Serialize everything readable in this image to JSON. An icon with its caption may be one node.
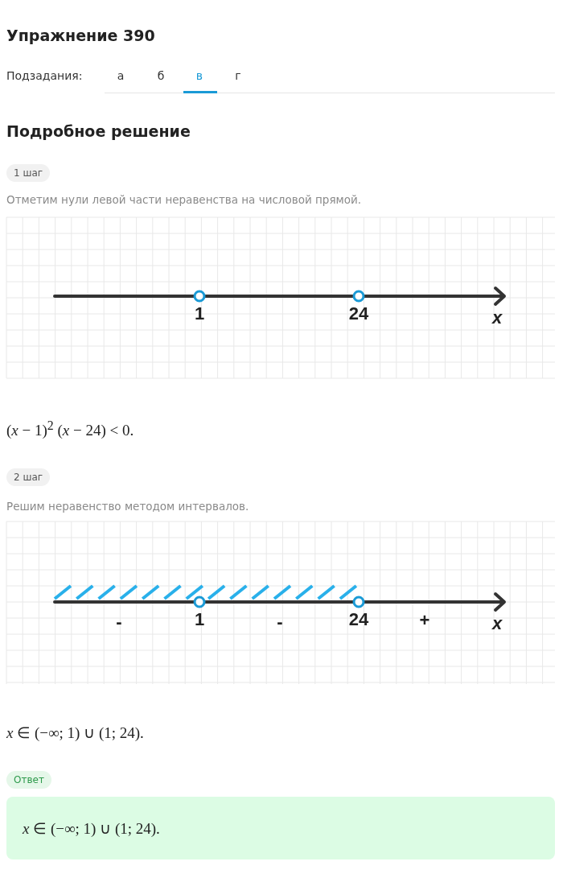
{
  "diagram": {
    "title": "Упражнение 390",
    "nodes": [
      {
        "text": [
          "1 шаг"
        ]
      },
      {
        "text": [
          "2 шаг"
        ]
      },
      {
        "text": [
          "Ответ"
        ]
      },
      {
        "text": [
          "*x* ∈ (−∞;  1) ∪ (1;  24)."
        ]
      }
    ],
    "labels": [
      "Подзадания:",
      "а",
      "б",
      "в",
      "г",
      "Подробное решение",
      "Отметим нули левой части неравенства на числовой прямой.",
      "1",
      "24",
      "x",
      "(*x* − 1)$^{2}$ (*x* − 24)  <  0.",
      "Решим неравенство методом интервалов.",
      "-",
      "1",
      "-",
      "24",
      "+",
      "x",
      "*x* ∈ (−∞;  1) ∪ (1;  24)."
    ]
  }
}
